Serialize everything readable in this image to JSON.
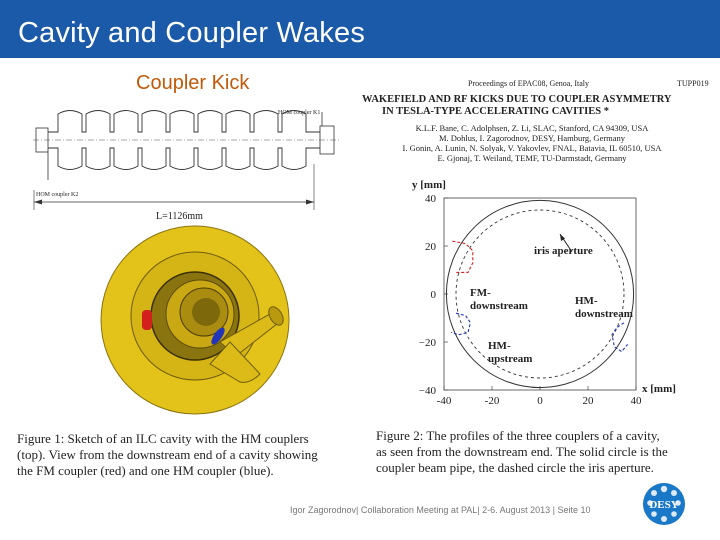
{
  "slide": {
    "title": "Cavity and Coupler Wakes",
    "subtitle": "Coupler Kick",
    "footer": "Igor Zagorodnov| Collaboration Meeting at PAL| 2-6. August 2013 | Seite 10",
    "colors": {
      "title_bar": "#1a5aa8",
      "subtitle": "#c05a08"
    }
  },
  "paper": {
    "proceedings": "Proceedings of EPAC08, Genoa, Italy",
    "paper_code": "TUPP019",
    "title_lines": [
      "WAKEFIELD AND RF KICKS DUE TO COUPLER ASYMMETRY",
      "IN TESLA-TYPE ACCELERATING CAVITIES *"
    ],
    "author_lines": [
      "K.L.F. Bane, C. Adolphsen, Z. Li, SLAC, Stanford, CA 94309, USA",
      "M. Dohlus, I. Zagorodnov, DESY, Hamburg, Germany",
      "I. Gonin, A. Lunin, N. Solyak, V. Yakovlev, FNAL, Batavia, IL 60510, USA",
      "E. Gjonaj, T. Weiland, TEMF, TU-Darmstadt, Germany"
    ]
  },
  "figure1": {
    "hom_coupler_k1": "HOM coupler K1",
    "hom_coupler_k2": "HOM coupler K2",
    "length_label": "L=1126mm",
    "caption_lines": [
      "Figure 1:  Sketch of an ILC cavity with the HM couplers",
      "(top). View from the downstream end of a cavity showing",
      "the FM coupler (red) and one HM coupler (blue)."
    ],
    "colors": {
      "cavity": "#e3c21a",
      "fm_coupler": "#d41f1f",
      "hm_coupler": "#2235b8"
    }
  },
  "figure2": {
    "caption_lines": [
      "Figure 2:  The profiles of the three couplers of a cavity,",
      "as seen from the downstream end. The solid circle is the",
      "coupler beam pipe, the dashed circle the iris aperture."
    ],
    "chart_data": {
      "type": "scatter",
      "ylabel": "y [mm]",
      "xlabel": "x [mm]",
      "x_ticks": [
        "-40",
        "-20",
        "0",
        "20",
        "40"
      ],
      "y_ticks": [
        "40",
        "20",
        "0",
        "−20",
        "−40"
      ],
      "xlim": [
        -40,
        40
      ],
      "ylim": [
        -40,
        40
      ],
      "beam_pipe_radius": 39,
      "iris_radius": 35,
      "annotations": [
        "iris aperture",
        "FM-\ndownstream",
        "HM-\ndownstream",
        "HM-\nupstream"
      ],
      "series": [
        {
          "name": "FM-downstream",
          "color": "#d41f1f",
          "points": [
            [
              -36.5,
              22
            ],
            [
              -31,
              21
            ],
            [
              -28,
              18
            ],
            [
              -28,
              13
            ],
            [
              -30,
              9
            ],
            [
              -35,
              9
            ]
          ]
        },
        {
          "name": "HM-downstream",
          "color": "#2235b8",
          "points": [
            [
              35,
              -12
            ],
            [
              32,
              -14
            ],
            [
              30,
              -17
            ],
            [
              31,
              -22
            ],
            [
              34,
              -24
            ],
            [
              36.5,
              -21
            ]
          ]
        },
        {
          "name": "HM-upstream",
          "color": "#2235b8",
          "points": [
            [
              -35,
              -8
            ],
            [
              -31,
              -9
            ],
            [
              -29,
              -12
            ],
            [
              -30,
              -16
            ],
            [
              -34,
              -17
            ],
            [
              -37,
              -16
            ]
          ]
        }
      ],
      "grid": false
    }
  }
}
